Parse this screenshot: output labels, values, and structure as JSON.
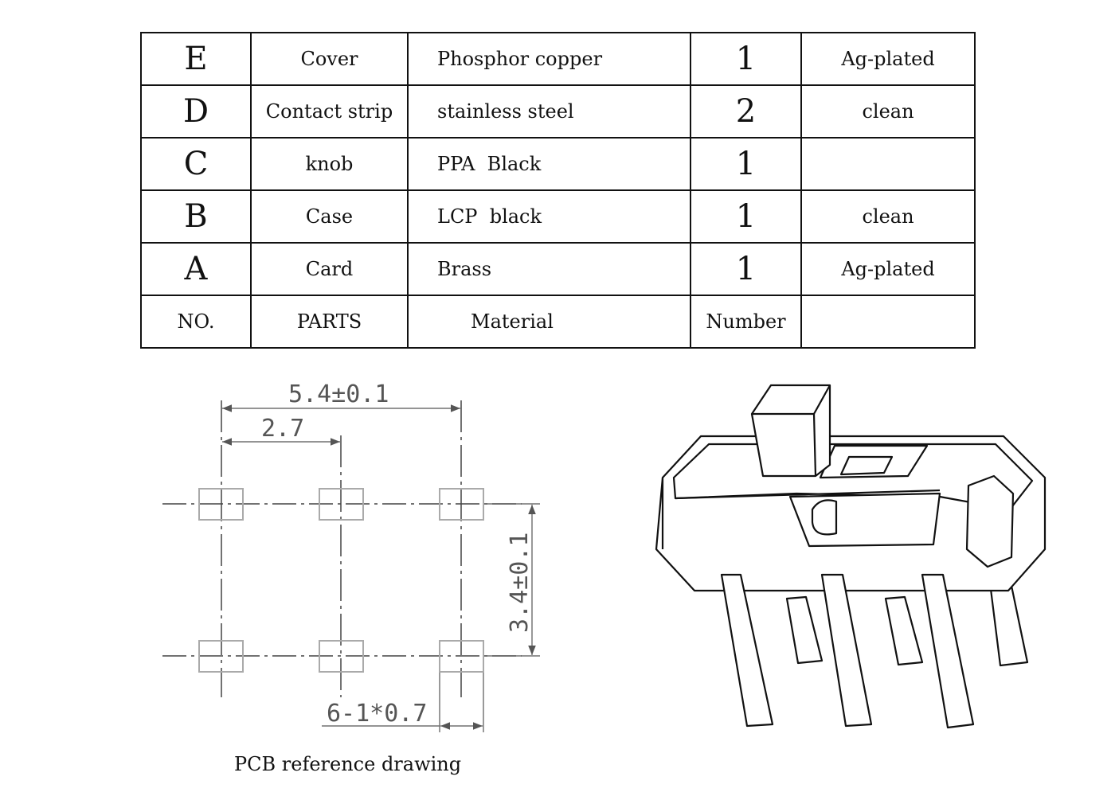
{
  "table": {
    "rows": [
      {
        "no": "E",
        "part": "Cover",
        "material": "Phosphor copper",
        "number": "1",
        "finish": "Ag-plated"
      },
      {
        "no": "D",
        "part": "Contact strip",
        "material": "stainless steel",
        "number": "2",
        "finish": "clean"
      },
      {
        "no": "C",
        "part": "knob",
        "material": "PPA  Black",
        "number": "1",
        "finish": ""
      },
      {
        "no": "B",
        "part": "Case",
        "material": "LCP  black",
        "number": "1",
        "finish": "clean"
      },
      {
        "no": "A",
        "part": "Card",
        "material": "Brass",
        "number": "1",
        "finish": "Ag-plated"
      }
    ],
    "header": {
      "no": "NO.",
      "part": "PARTS",
      "material": "Material",
      "number": "Number",
      "finish": ""
    }
  },
  "pcb": {
    "dim_width": "5.4±0.1",
    "dim_pitch": "2.7",
    "dim_height": "3.4±0.1",
    "dim_pads": "6-1*0.7",
    "caption": "PCB reference drawing"
  },
  "colors": {
    "line": "#111111",
    "dim": "#555555",
    "pad": "#aaaaaa"
  }
}
